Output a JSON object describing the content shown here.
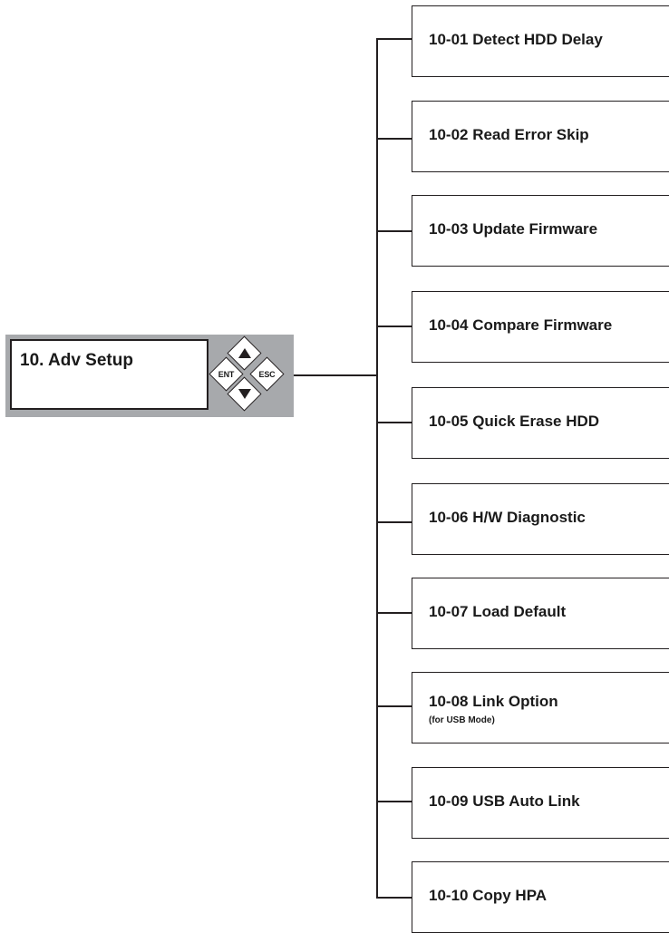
{
  "panel": {
    "lcd_text": "10. Adv Setup",
    "buttons": {
      "up_icon": "triangle-up",
      "down_icon": "triangle-down",
      "ent_label": "ENT",
      "esc_label": "ESC"
    }
  },
  "menu_items": [
    {
      "label": "10-01 Detect HDD Delay"
    },
    {
      "label": "10-02 Read Error Skip"
    },
    {
      "label": "10-03 Update Firmware"
    },
    {
      "label": "10-04 Compare Firmware"
    },
    {
      "label": "10-05 Quick Erase HDD"
    },
    {
      "label": "10-06 H/W Diagnostic"
    },
    {
      "label": "10-07 Load Default"
    },
    {
      "label": "10-08 Link Option",
      "sublabel": "(for USB Mode)"
    },
    {
      "label": "10-09 USB Auto Link"
    },
    {
      "label": "10-10 Copy HPA"
    }
  ]
}
